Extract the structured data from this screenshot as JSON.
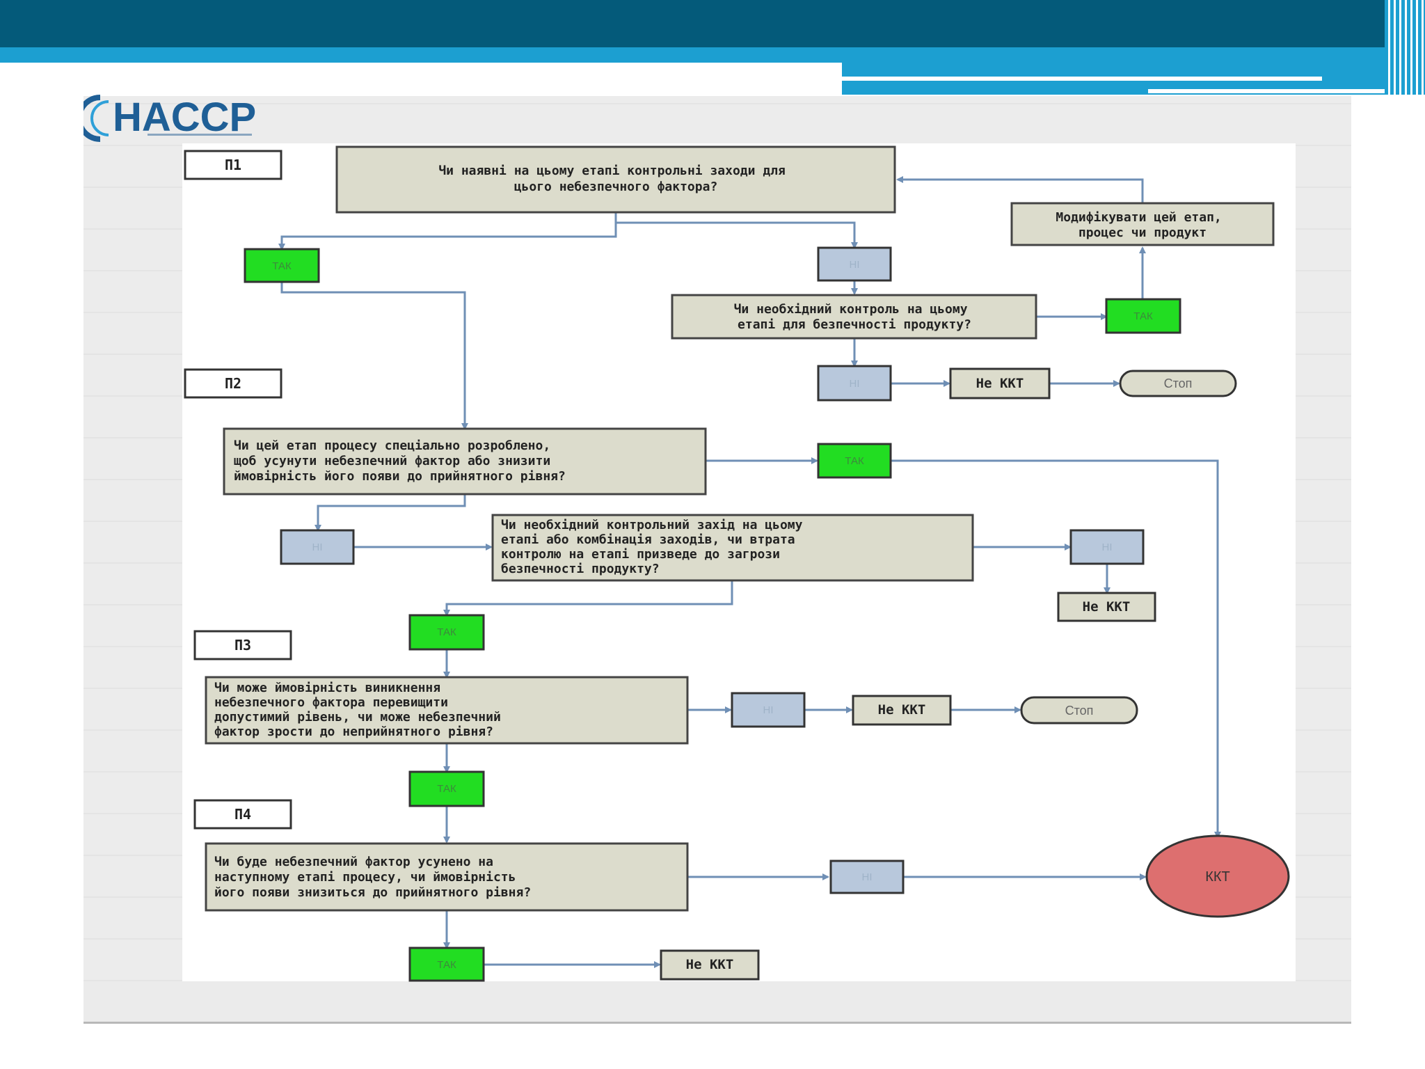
{
  "logo": {
    "name": "HACCP"
  },
  "steps": {
    "q1": "П1",
    "q2": "П2",
    "q3": "П3",
    "q4": "П4"
  },
  "questions": {
    "q1": [
      "Чи наявні на цьому етапі  контрольні заходи для",
      "цього небезпечного фактора?"
    ],
    "modify": [
      "Модифікувати цей етап,",
      "процес чи продукт"
    ],
    "q1a": [
      "Чи необхідний контроль на цьому",
      "етапі для безпечності продукту?"
    ],
    "q2": [
      "Чи цей етап процесу спеціально розроблено,",
      "щоб усунути небезпечний фактор або знизити",
      "ймовірність його появи до прийнятного рівня?"
    ],
    "q2a": [
      "Чи необхідний контрольний захід на цьому",
      "етапі або комбінація заходів, чи втрата",
      "контролю на етапі призведе  до загрози",
      "безпечності продукту?"
    ],
    "q3": [
      "Чи      може      ймовірність      виникнення",
      "небезпечного        фактора        перевищити",
      "допустимий  рівень,  чи  може  небезпечний",
      "фактор зрости до неприйнятного рівня?"
    ],
    "q4": [
      "Чи  буде  небезпечний  фактор  усунено  на",
      "наступному   етапі   процесу,   чи   ймовірність",
      "його появи знизиться до прийнятного рівня?"
    ]
  },
  "labels": {
    "yes": "ТАК",
    "no": "НІ",
    "not_ccp": "Не ККТ",
    "stop": "Стоп",
    "ccp": "ККТ"
  },
  "colors": {
    "box_fill": "#dcdccc",
    "box_border": "#444444",
    "yes_fill": "#22dd22",
    "no_fill": "#b8c8dc",
    "ccp_fill": "#dd6f6f",
    "stop_fill": "#dcdccc",
    "arrow": "#6f8fb5"
  }
}
